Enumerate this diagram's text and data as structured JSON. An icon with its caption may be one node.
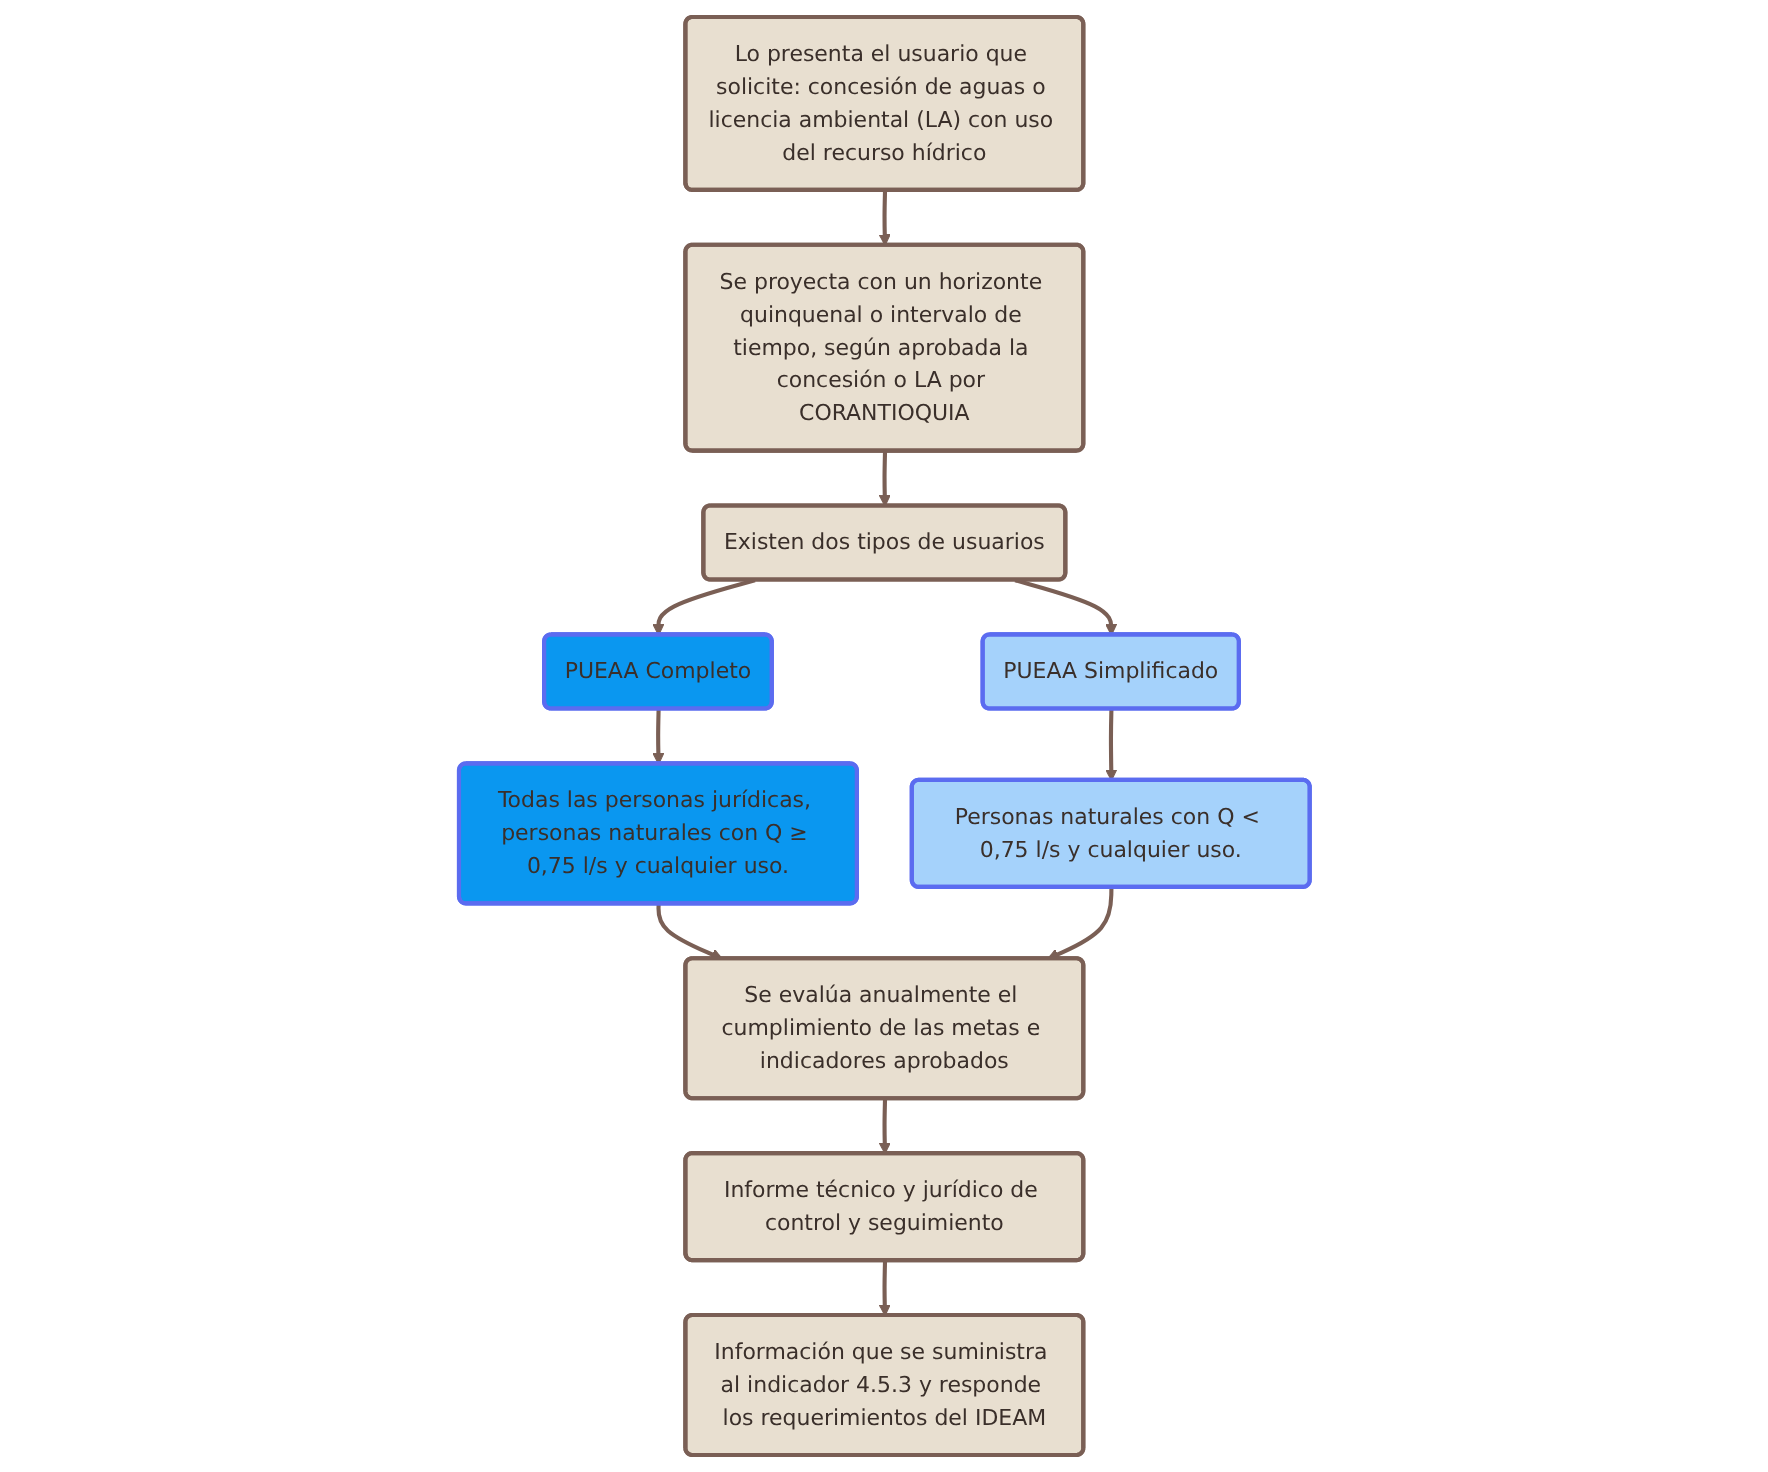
{
  "diagram": {
    "nodes": [
      {
        "text": [
          "Lo presenta el usuario que solicite: concesión de aguas o licencia ambiental (LA) con uso del recurso hídrico"
        ]
      },
      {
        "text": [
          "Se proyecta con un horizonte quinquenal o intervalo de tiempo, según aprobada la concesión o LA por CORANTIOQUIA"
        ]
      },
      {
        "text": [
          "Existen dos tipos de usuarios"
        ]
      },
      {
        "text": [
          "PUEAA Completo"
        ]
      },
      {
        "text": [
          "Todas las personas jurídicas, personas naturales con Q ≥ 0,75 l/s y cualquier uso."
        ]
      },
      {
        "text": [
          "PUEAA Simplificado"
        ]
      },
      {
        "text": [
          "Personas naturales con Q < 0,75 l/s y cualquier uso."
        ]
      },
      {
        "text": [
          "Se evalúa anualmente el cumplimiento de las metas e indicadores aprobados"
        ]
      },
      {
        "text": [
          "Informe técnico y jurídico de control y seguimiento"
        ]
      },
      {
        "text": [
          "Información que se suministra al indicador 4.5.3 y responde los requerimientos del IDEAM"
        ]
      }
    ],
    "edges": [
      {
        "from": 0,
        "to": 1,
        "arrow": "to"
      },
      {
        "from": 1,
        "to": 2,
        "arrow": "to"
      },
      {
        "from": 2,
        "to": 3,
        "arrow": "to"
      },
      {
        "from": 2,
        "to": 5,
        "arrow": "to"
      },
      {
        "from": 3,
        "to": 4,
        "arrow": "to"
      },
      {
        "from": 5,
        "to": 6,
        "arrow": "to"
      },
      {
        "from": 4,
        "to": 7,
        "arrow": "to"
      },
      {
        "from": 6,
        "to": 7,
        "arrow": "to"
      },
      {
        "from": 7,
        "to": 8,
        "arrow": "to"
      },
      {
        "from": 8,
        "to": 9,
        "arrow": "to"
      }
    ]
  }
}
